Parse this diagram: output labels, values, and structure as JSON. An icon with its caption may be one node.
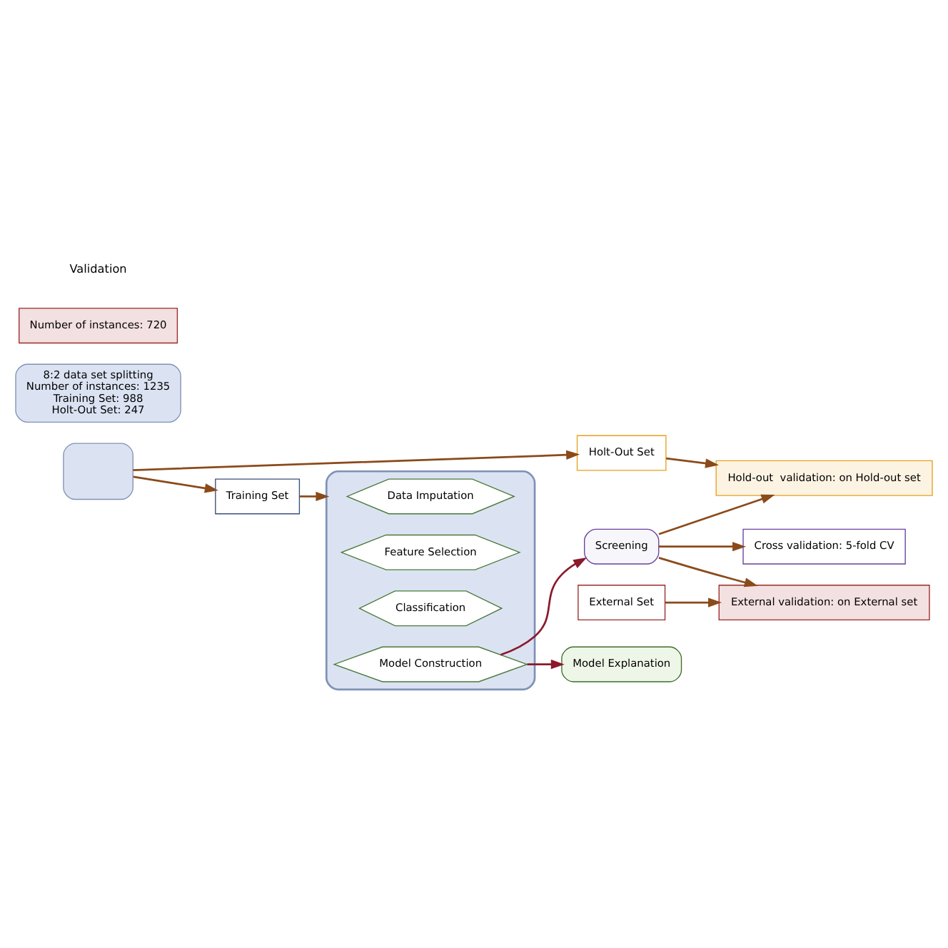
{
  "diagram": {
    "nodes": [
      {
        "text": [],
        "shape": "box"
      },
      {
        "text": [
          "Training Set"
        ]
      },
      {
        "text": [
          "8:2 data set splitting",
          "Number of instances: 1235",
          "Training Set: 988",
          "Holt-Out Set: 247"
        ]
      },
      {
        "text": [],
        "shape": "box"
      },
      {
        "text": [
          "Data Imputation"
        ],
        "in": 3
      },
      {
        "text": [
          "Feature Selection"
        ],
        "in": 3
      },
      {
        "text": [
          "Classification"
        ],
        "in": 3
      },
      {
        "text": [
          "Model Construction"
        ],
        "in": 3
      },
      {
        "text": [
          "Screening"
        ]
      },
      {
        "text": [
          "Model Explanation"
        ]
      },
      {
        "text": [
          "Holt-Out Set"
        ]
      },
      {
        "text": [
          "Hold-out  validation: on Hold-out set"
        ]
      },
      {
        "text": [
          "External Set"
        ]
      },
      {
        "text": [
          "Number of instances: 720"
        ]
      },
      {
        "text": [
          "External validation: on External set"
        ]
      },
      {
        "text": [
          "Cross validation: 5-fold CV"
        ]
      }
    ],
    "edges": [
      {
        "from": 0,
        "to": 1,
        "arrow": "to"
      },
      {
        "from": 0,
        "to": 10,
        "arrow": "to"
      },
      {
        "from": 1,
        "to": 3,
        "arrow": "to"
      },
      {
        "from": 7,
        "to": 8,
        "arrow": "to",
        "color": "#8b1a2b"
      },
      {
        "from": 7,
        "to": 9,
        "arrow": "to",
        "color": "#8b1a2b"
      },
      {
        "from": 8,
        "to": 11,
        "arrow": "to"
      },
      {
        "from": 10,
        "to": 11,
        "arrow": "to"
      },
      {
        "from": 8,
        "to": 14,
        "arrow": "to"
      },
      {
        "from": 8,
        "to": 15,
        "arrow": "to"
      },
      {
        "from": 12,
        "to": 14,
        "arrow": "to"
      }
    ],
    "labels": [
      "Validation"
    ]
  }
}
